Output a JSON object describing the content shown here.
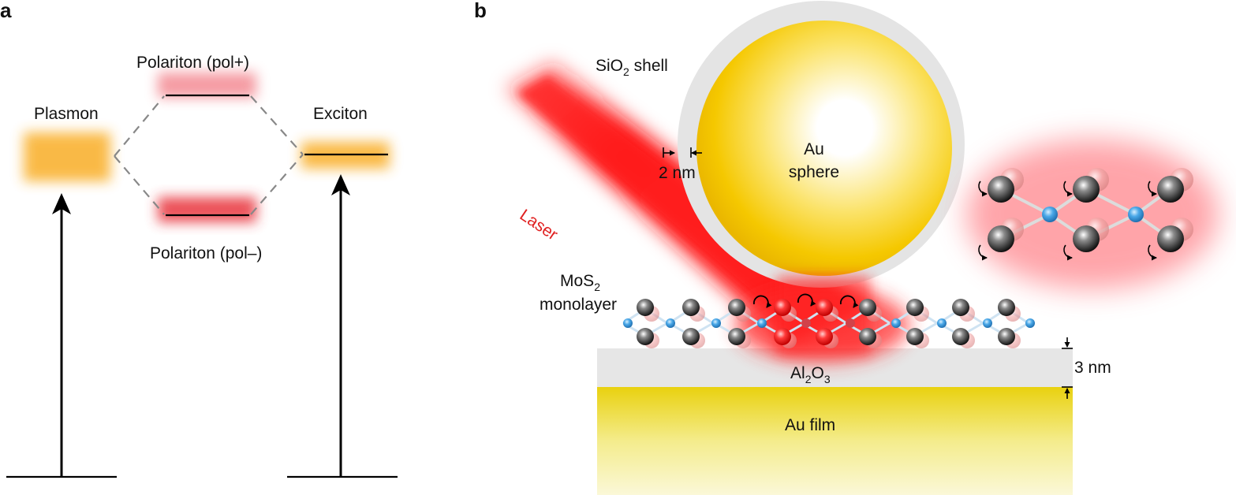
{
  "panel_a": {
    "letter": "a",
    "plasmon": "Plasmon",
    "exciton": "Exciton",
    "pol_plus": "Polariton (pol+)",
    "pol_minus": "Polariton (pol–)"
  },
  "panel_b": {
    "letter": "b",
    "sio2_main": "SiO",
    "sio2_sub": "2",
    "sio2_rest": " shell",
    "au_sphere_line1": "Au",
    "au_sphere_line2": "sphere",
    "gap": "2 nm",
    "laser": "Laser",
    "mos2_main": "MoS",
    "mos2_sub": "2",
    "monolayer": "monolayer",
    "al_a": "Al",
    "al_sub1": "2",
    "al_b": "O",
    "al_sub2": "3",
    "spacer": "3 nm",
    "au_film": "Au film"
  },
  "colors": {
    "plasmon": "#f9b233",
    "exciton": "#f9b233",
    "polariton": "#e8303a",
    "laser": "#ff1a1a",
    "gold": "#f5c400",
    "shell": "#e2e2e2",
    "alumina": "#e6e6e6",
    "sulfur": "#2a2a2a",
    "molybdenum": "#3a9ad9"
  }
}
